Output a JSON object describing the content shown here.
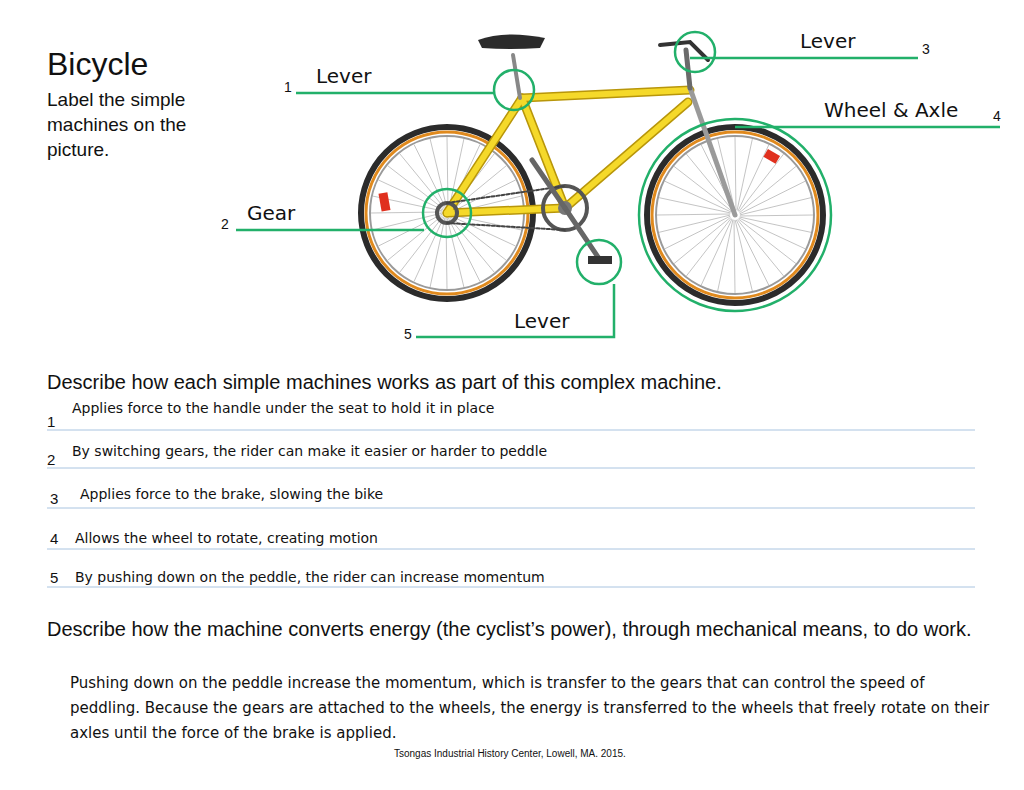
{
  "diagram": {
    "title": "Bicycle",
    "caption": "Tsongas Industrial History Center, Lowell, MA. 2015.",
    "labels": [
      "Label the simple machines on the picture.",
      "1",
      "Lever",
      "Lever",
      "3",
      "Wheel & Axle",
      "4",
      "2",
      "Gear",
      "5",
      "Lever",
      "Describe how each simple machines works as part of this complex machine.",
      "1",
      "Applies force to the handle under the seat to hold it in place",
      "2",
      "By switching gears, the rider can make it easier or harder to peddle",
      "3",
      "Applies force to the brake, slowing the bike",
      "4",
      "Allows the wheel to rotate, creating motion",
      "5",
      "By pushing down on the peddle, the rider can increase momentum",
      "Describe how the machine converts energy (the cyclist’s power), through mechanical means, to do work.",
      "Pushing down on the peddle increase the momentum, which is transfer to the gears that can control the speed of peddling.  Because the gears are attached to the wheels, the energy is transferred to the wheels that freely rotate on their axles until the force of the brake is applied."
    ]
  }
}
